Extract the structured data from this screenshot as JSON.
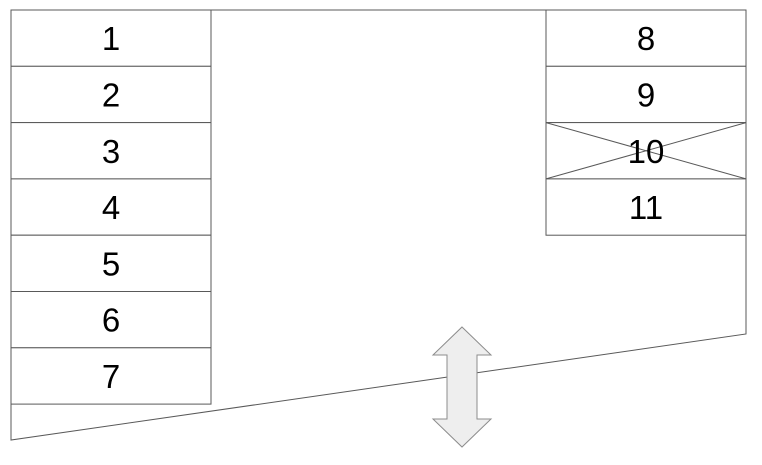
{
  "diagram": {
    "left_stack": [
      {
        "label": "1"
      },
      {
        "label": "2"
      },
      {
        "label": "3"
      },
      {
        "label": "4"
      },
      {
        "label": "5"
      },
      {
        "label": "6"
      },
      {
        "label": "7"
      }
    ],
    "right_stack": [
      {
        "label": "8"
      },
      {
        "label": "9"
      },
      {
        "label": "10",
        "crossed_out": true
      },
      {
        "label": "11"
      }
    ],
    "arrow": {
      "direction": "vertical-double"
    },
    "colors": {
      "stroke": "#595959",
      "arrow_fill": "#eeeeee",
      "arrow_stroke": "#8c8c8c",
      "text": "#000000"
    }
  }
}
